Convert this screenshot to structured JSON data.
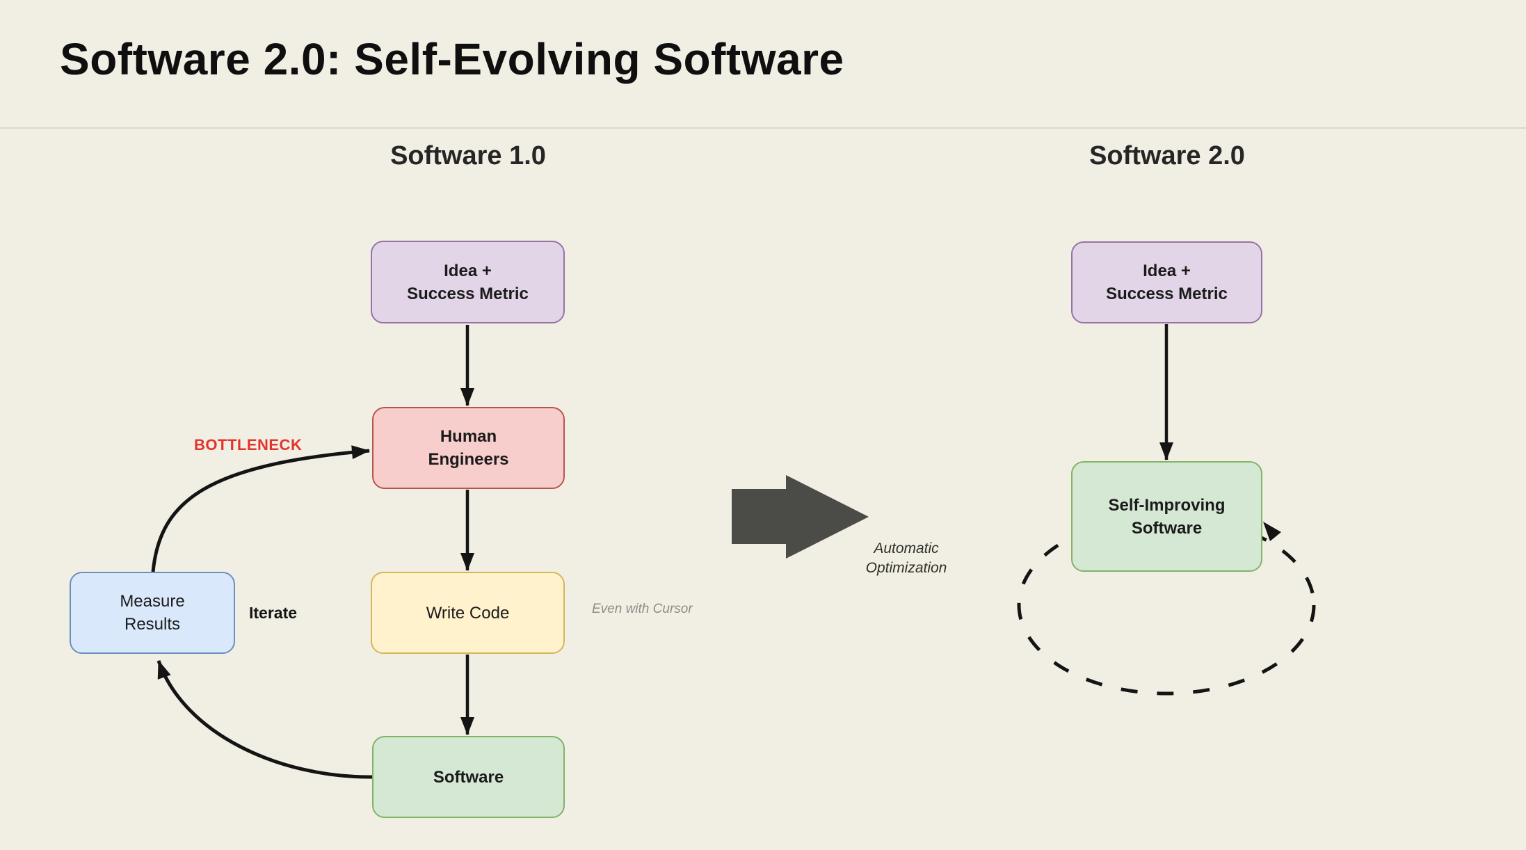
{
  "title": "Software 2.0: Self-Evolving Software",
  "columns": {
    "left": {
      "heading": "Software 1.0",
      "nodes": {
        "idea": {
          "line1": "Idea +",
          "line2": "Success Metric"
        },
        "human_engineers": {
          "line1": "Human",
          "line2": "Engineers"
        },
        "write_code": {
          "line1": "Write Code"
        },
        "software": {
          "line1": "Software"
        },
        "measure_results": {
          "line1": "Measure",
          "line2": "Results"
        }
      },
      "annotations": {
        "bottleneck": "BOTTLENECK",
        "iterate": "Iterate",
        "even_with_cursor": "Even with Cursor"
      }
    },
    "right": {
      "heading": "Software 2.0",
      "nodes": {
        "idea": {
          "line1": "Idea +",
          "line2": "Success Metric"
        },
        "self_improving": {
          "line1": "Self-Improving",
          "line2": "Software"
        }
      },
      "annotations": {
        "automatic_optimization": {
          "line1": "Automatic",
          "line2": "Optimization"
        }
      }
    }
  },
  "colors": {
    "background": "#F1EFE4",
    "divider": "#DAD7CB",
    "node_purple_fill": "#E1D5E7",
    "node_purple_stroke": "#9673A6",
    "node_red_fill": "#F8CECC",
    "node_red_stroke": "#B85450",
    "node_yellow_fill": "#FFF2CC",
    "node_yellow_stroke": "#D6B656",
    "node_green_fill": "#D5E8D4",
    "node_green_stroke": "#82B366",
    "node_blue_fill": "#DAE8FC",
    "node_blue_stroke": "#6C8EBF",
    "bottleneck_text": "#E3342B",
    "transform_arrow": "#4B4B47",
    "connector": "#141414"
  }
}
